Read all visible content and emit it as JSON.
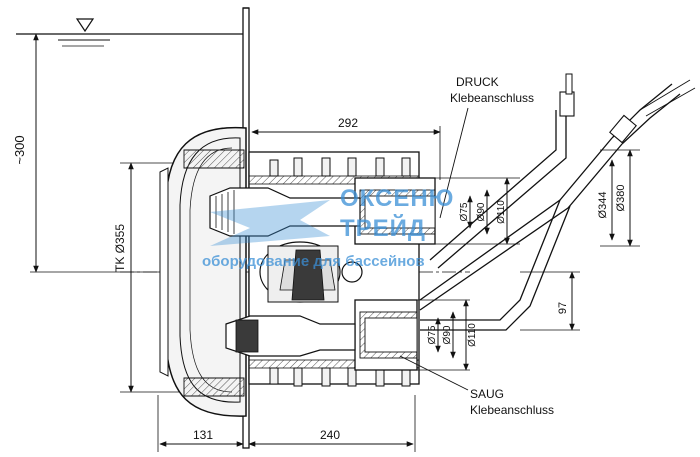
{
  "labels": {
    "druck_1": "DRUCK",
    "druck_2": "Klebeanschluss",
    "saug_1": "SAUG",
    "saug_2": "Klebeanschluss"
  },
  "dimensions": {
    "depth": "~300",
    "tk_diameter": "TK Ø355",
    "d292": "292",
    "d131": "131",
    "d240": "240",
    "d97": "97",
    "druck_d75": "Ø75",
    "druck_d90": "Ø90",
    "druck_d110": "Ø110",
    "saug_d75": "Ø75",
    "saug_d90": "Ø90",
    "saug_d110": "Ø110",
    "d344": "Ø344",
    "d380": "Ø380"
  },
  "watermark": {
    "line1": "ОКСЕНЮ",
    "line2": "ТРЕЙД",
    "line3": "оборудование для бассейнов",
    "color": "#3a8fd6"
  },
  "colors": {
    "line": "#1a1a1a",
    "hatch": "#555555",
    "body_fill": "#e6e6e6",
    "dark_fill": "#3a3a3a"
  }
}
